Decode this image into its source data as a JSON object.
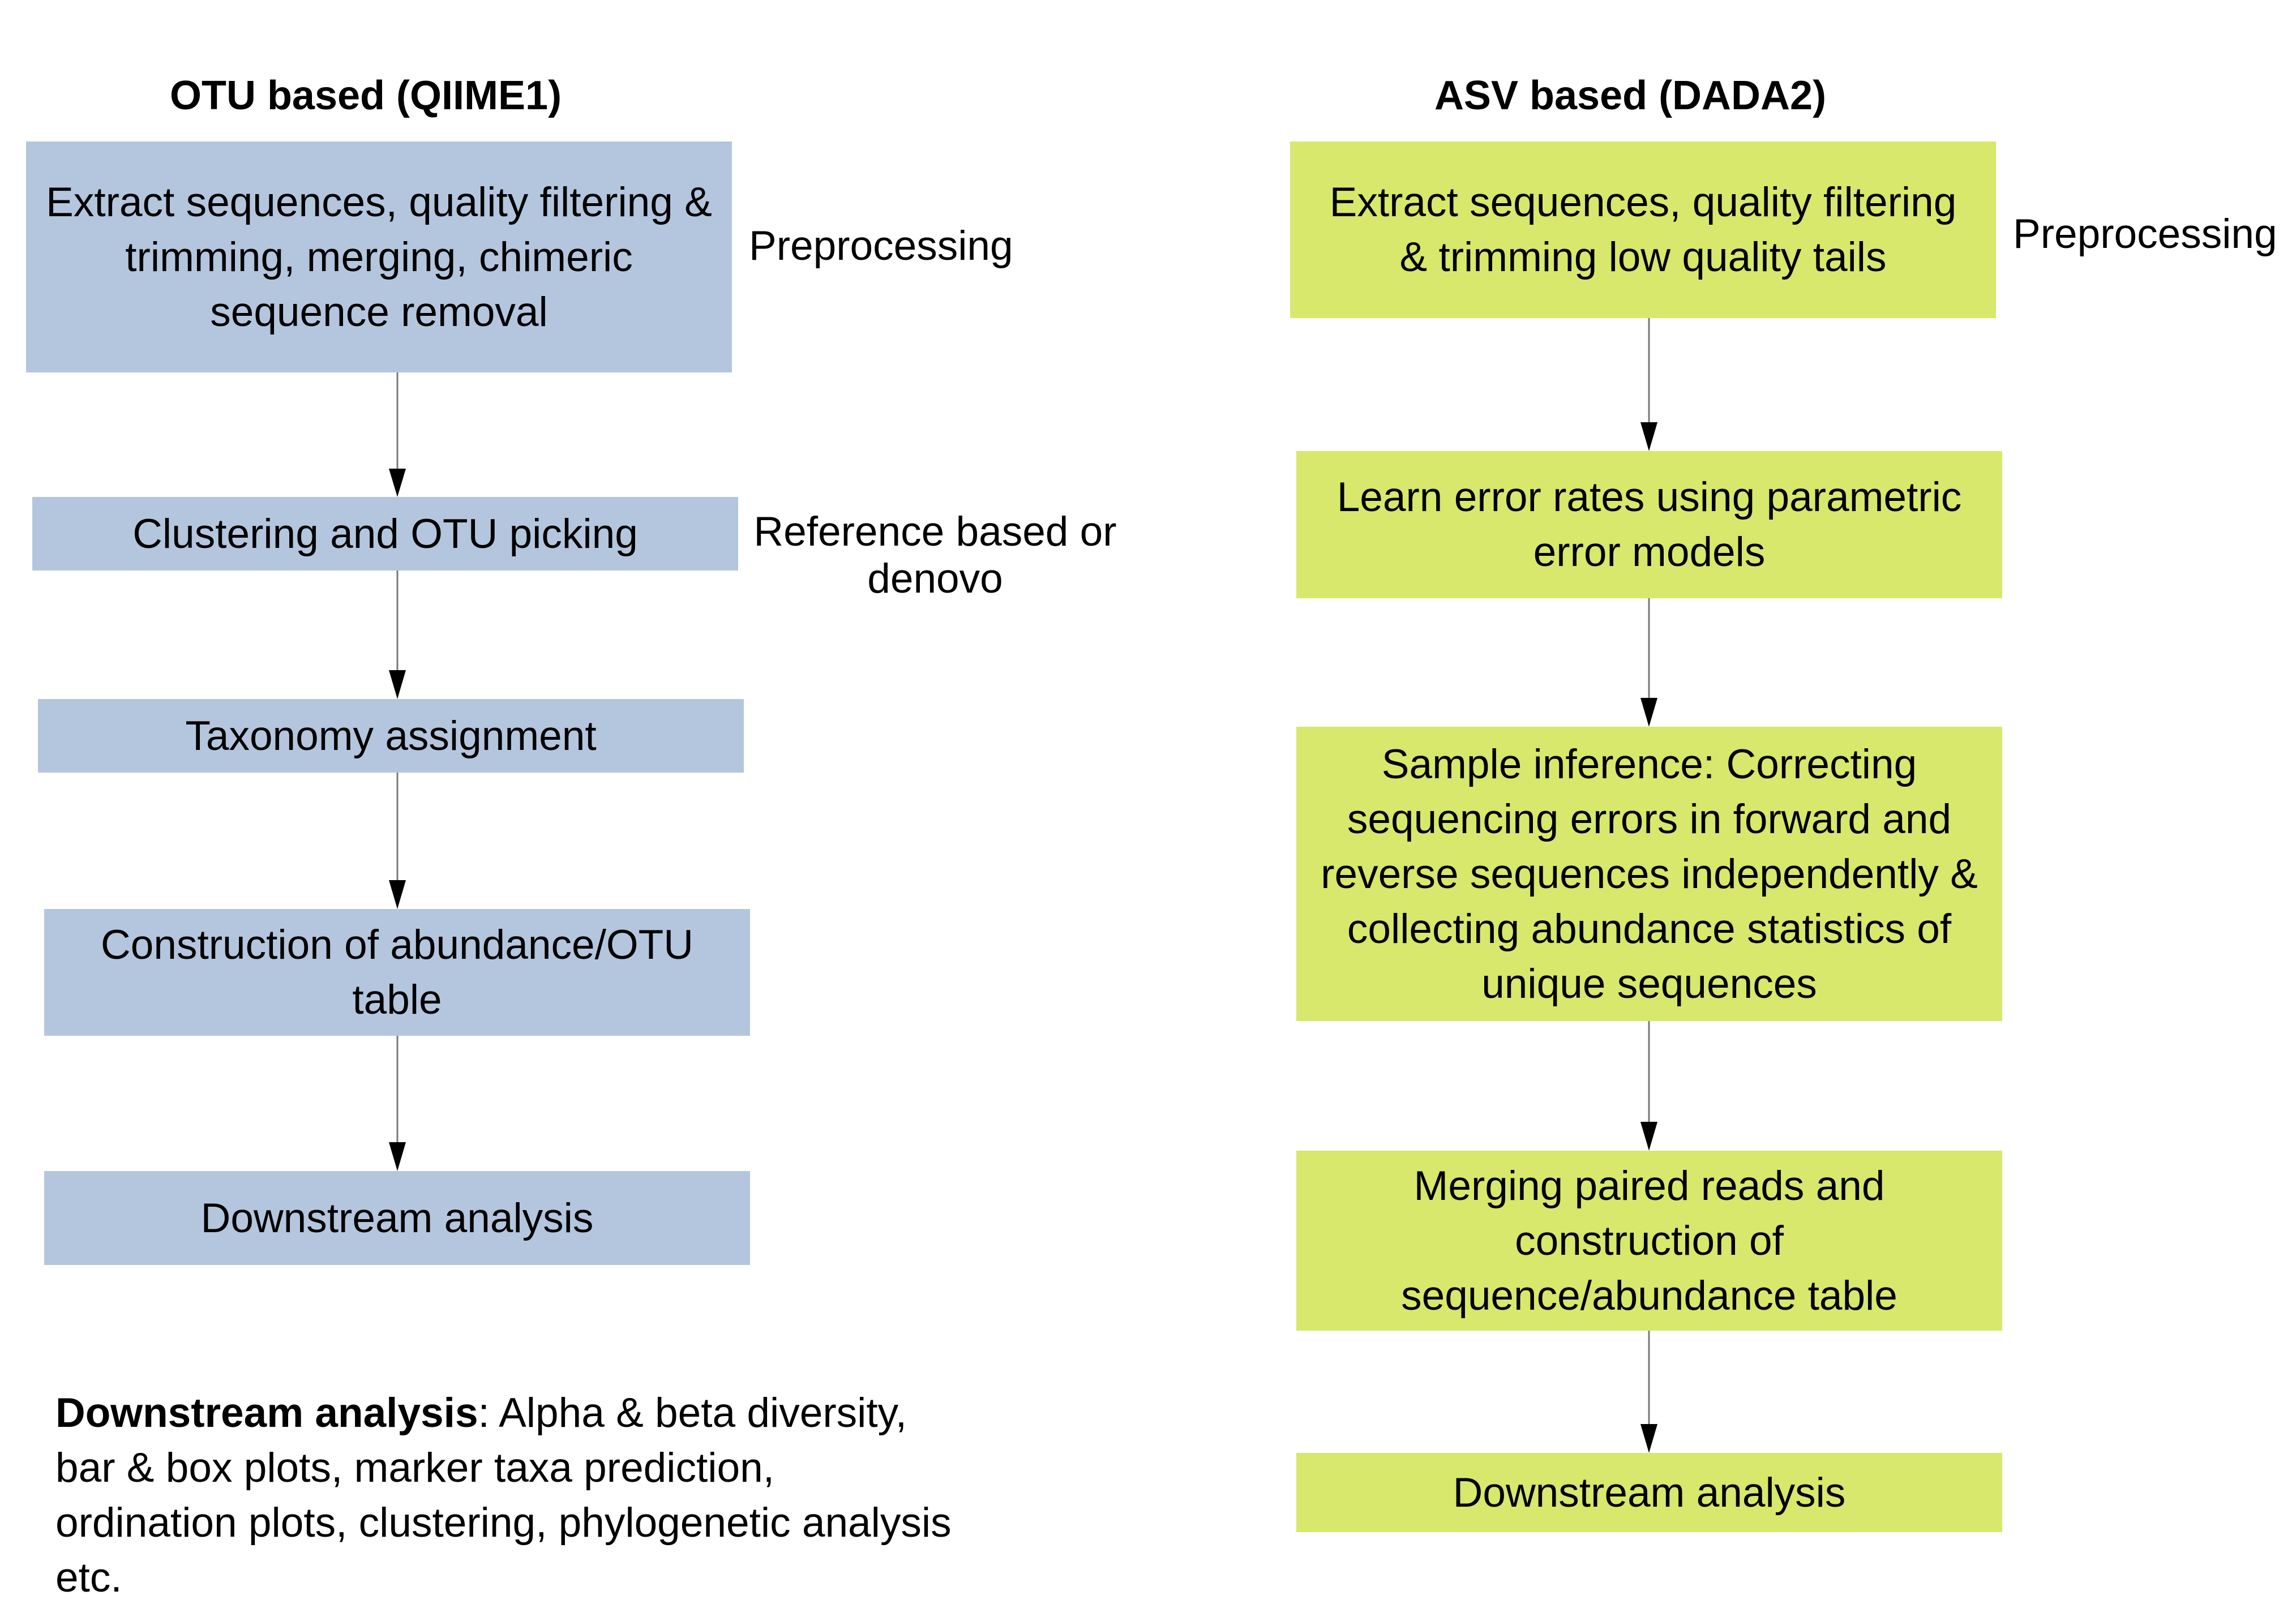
{
  "otu": {
    "title": "OTU based (QIIME1)",
    "steps": [
      "Extract sequences, quality filtering & trimming, merging, chimeric sequence removal",
      "Clustering and OTU picking",
      "Taxonomy assignment",
      "Construction of abundance/OTU table",
      "Downstream analysis"
    ],
    "notes": {
      "preprocessing": "Preprocessing",
      "clustering_line1": "Reference based or",
      "clustering_line2": "denovo"
    },
    "box_color": "#b4c6de"
  },
  "asv": {
    "title": "ASV based (DADA2)",
    "steps": [
      "Extract sequences, quality filtering & trimming low quality tails",
      "Learn error rates using parametric error models",
      "Sample inference: Correcting sequencing errors in forward and reverse sequences independently & collecting abundance statistics of unique sequences",
      "Merging paired reads and construction of sequence/abundance table",
      "Downstream analysis"
    ],
    "notes": {
      "preprocessing": "Preprocessing"
    },
    "box_color": "#d7e86c"
  },
  "footnote": {
    "bold": "Downstream analysis",
    "text": ": Alpha & beta diversity, bar & box plots, marker taxa prediction, ordination plots, clustering, phylogenetic analysis etc."
  }
}
